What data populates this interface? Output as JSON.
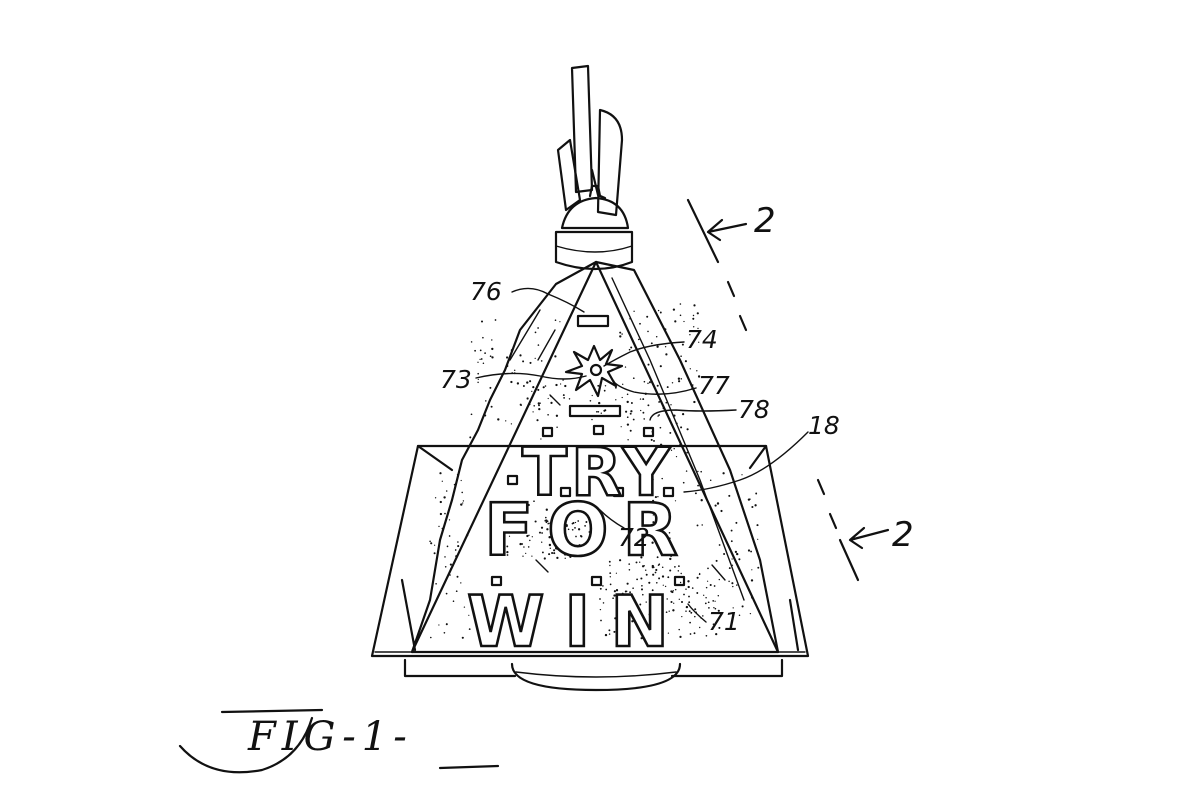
{
  "figure": {
    "label": "FIG-1-",
    "sign_words": [
      "TRY",
      "FOR",
      "WIN"
    ],
    "section_markers": [
      {
        "number": "2"
      },
      {
        "number": "2"
      }
    ],
    "reference_numerals": {
      "r18": "18",
      "r71": "71",
      "r72": "72",
      "r73": "73",
      "r74": "74",
      "r76": "76",
      "r77": "77",
      "r78": "78"
    }
  }
}
